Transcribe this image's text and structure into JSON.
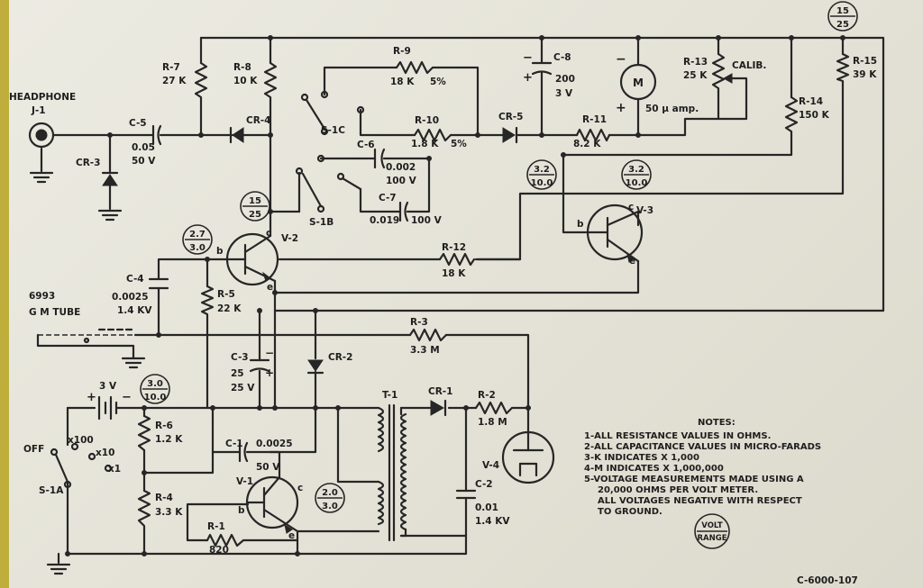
{
  "diagram": {
    "headphone": {
      "name": "HEADPHONE",
      "ref": "J-1"
    },
    "tube": {
      "line1": "6993",
      "line2": "G M TUBE"
    },
    "components": {
      "r7": {
        "ref": "R-7",
        "val": "27 K"
      },
      "r8": {
        "ref": "R-8",
        "val": "10 K"
      },
      "r9": {
        "ref": "R-9",
        "val": "18 K",
        "tol": "5%"
      },
      "r10": {
        "ref": "R-10",
        "val": "1.8 K",
        "tol": "5%"
      },
      "r11": {
        "ref": "R-11",
        "val": "8.2 K"
      },
      "r12": {
        "ref": "R-12",
        "val": "18 K"
      },
      "r13": {
        "ref": "R-13",
        "val": "25 K",
        "extra": "CALIB."
      },
      "r14": {
        "ref": "R-14",
        "val": "150 K"
      },
      "r15": {
        "ref": "R-15",
        "val": "39 K"
      },
      "r5": {
        "ref": "R-5",
        "val": "22 K"
      },
      "r3": {
        "ref": "R-3",
        "val": "3.3 M"
      },
      "r2": {
        "ref": "R-2",
        "val": "1.8 M"
      },
      "r6": {
        "ref": "R-6",
        "val": "1.2 K"
      },
      "r4": {
        "ref": "R-4",
        "val": "3.3 K"
      },
      "r1": {
        "ref": "R-1",
        "val": "820"
      },
      "c5": {
        "ref": "C-5",
        "val1": "0.05",
        "val2": "50 V"
      },
      "c8": {
        "ref": "C-8",
        "val1": "200",
        "val2": "3 V"
      },
      "c6": {
        "ref": "C-6",
        "val1": "0.002",
        "val2": "100 V"
      },
      "c7": {
        "ref": "C-7",
        "val1": "0.019",
        "val2": "100 V"
      },
      "c4": {
        "ref": "C-4",
        "val1": "0.0025",
        "val2": "1.4 KV"
      },
      "c3": {
        "ref": "C-3",
        "val1": "25",
        "val2": "25 V"
      },
      "c1": {
        "ref": "C-1",
        "val1": "0.0025",
        "val2": "50 V"
      },
      "c2": {
        "ref": "C-2",
        "val1": "0.01",
        "val2": "1.4 KV"
      },
      "cr1": "CR-1",
      "cr2": "CR-2",
      "cr3": "CR-3",
      "cr4": "CR-4",
      "cr5": "CR-5",
      "t1": "T-1",
      "v1": "V-1",
      "v2": "V-2",
      "v3": "V-3",
      "v4": "V-4",
      "meter": {
        "symbol": "M",
        "val": "50 μ amp."
      },
      "battery": "3 V",
      "s1a": "S-1A",
      "s1b": "S-1B",
      "s1c": "S-1C",
      "switch_pos": {
        "off": "OFF",
        "x100": "x100",
        "x10": "x10",
        "x1": "x1"
      }
    },
    "terminals": {
      "b": "b",
      "c": "c",
      "e": "e"
    },
    "polarity": {
      "plus": "+",
      "minus": "−"
    },
    "volt_bubbles": {
      "top_right": [
        "15",
        "25"
      ],
      "v2_collector": [
        "15",
        "25"
      ],
      "v2_base": [
        "2.7",
        "3.0"
      ],
      "v3_base": [
        "3.2",
        "10.0"
      ],
      "v3_collector": [
        "3.2",
        "10.0"
      ],
      "battery": [
        "3.0",
        "10.0"
      ],
      "v1_collector": [
        "2.0",
        "3.0"
      ],
      "legend": [
        "VOLT",
        "RANGE"
      ]
    },
    "notes": {
      "title": "NOTES:",
      "lines": [
        "1-ALL RESISTANCE VALUES IN OHMS.",
        "2-ALL CAPACITANCE VALUES IN MICRO-FARADS",
        "3-K INDICATES X 1,000",
        "4-M INDICATES X 1,000,000",
        "5-VOLTAGE MEASUREMENTS MADE USING A",
        "20,000 OHMS PER VOLT METER.",
        "ALL VOLTAGES NEGATIVE WITH RESPECT",
        "TO GROUND."
      ]
    },
    "drawing_number": "C-6000-107"
  }
}
